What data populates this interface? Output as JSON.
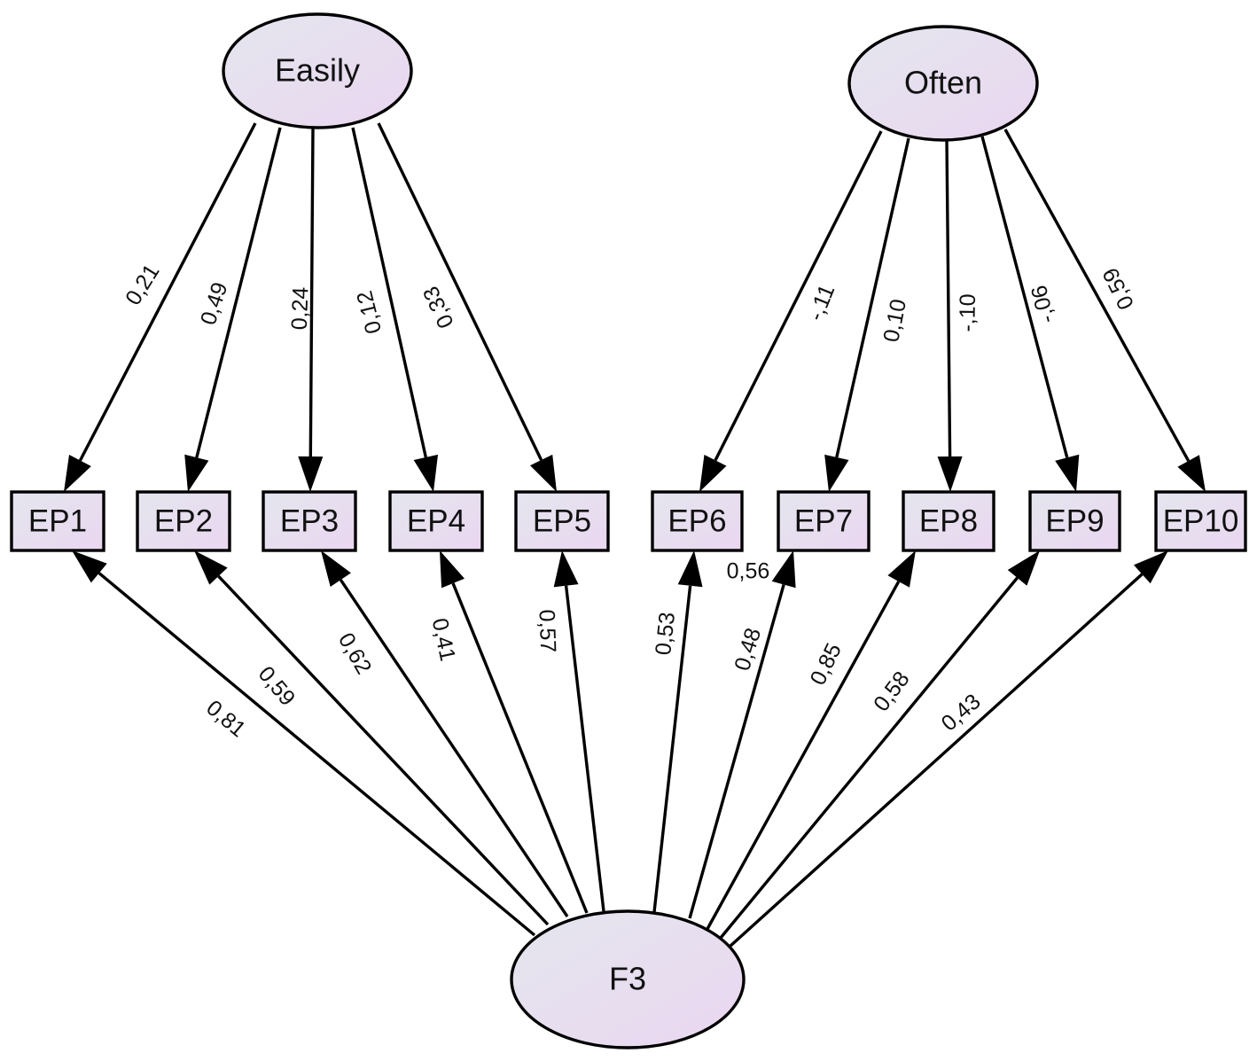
{
  "diagram": {
    "type": "sem-path-diagram",
    "latents": [
      {
        "id": "easily",
        "label": "Easily"
      },
      {
        "id": "often",
        "label": "Often"
      },
      {
        "id": "f3",
        "label": "F3"
      }
    ],
    "observed": [
      {
        "id": "ep1",
        "label": "EP1"
      },
      {
        "id": "ep2",
        "label": "EP2"
      },
      {
        "id": "ep3",
        "label": "EP3"
      },
      {
        "id": "ep4",
        "label": "EP4"
      },
      {
        "id": "ep5",
        "label": "EP5"
      },
      {
        "id": "ep6",
        "label": "EP6"
      },
      {
        "id": "ep7",
        "label": "EP7"
      },
      {
        "id": "ep8",
        "label": "EP8"
      },
      {
        "id": "ep9",
        "label": "EP9"
      },
      {
        "id": "ep10",
        "label": "EP10"
      }
    ],
    "paths": [
      {
        "from": "easily",
        "to": "ep1",
        "value": "0,21"
      },
      {
        "from": "easily",
        "to": "ep2",
        "value": "0,49"
      },
      {
        "from": "easily",
        "to": "ep3",
        "value": "0,24"
      },
      {
        "from": "easily",
        "to": "ep4",
        "value": "0,12"
      },
      {
        "from": "easily",
        "to": "ep5",
        "value": "0,33"
      },
      {
        "from": "often",
        "to": "ep6",
        "value": "-,11"
      },
      {
        "from": "often",
        "to": "ep7",
        "value": "0,10"
      },
      {
        "from": "often",
        "to": "ep8",
        "value": "-,10"
      },
      {
        "from": "often",
        "to": "ep9",
        "value": "-,06"
      },
      {
        "from": "often",
        "to": "ep10",
        "value": "0,59"
      },
      {
        "from": "f3",
        "to": "ep1",
        "value": "0,81"
      },
      {
        "from": "f3",
        "to": "ep2",
        "value": "0,59"
      },
      {
        "from": "f3",
        "to": "ep3",
        "value": "0,62"
      },
      {
        "from": "f3",
        "to": "ep4",
        "value": "0,41"
      },
      {
        "from": "f3",
        "to": "ep5",
        "value": "0,57"
      },
      {
        "from": "f3",
        "to": "ep6",
        "value": "0,53"
      },
      {
        "from": "f3",
        "to": "ep7",
        "value": "0,48"
      },
      {
        "from": "f3",
        "to": "ep8",
        "value": "0,85"
      },
      {
        "from": "f3",
        "to": "ep9",
        "value": "0,58"
      },
      {
        "from": "f3",
        "to": "ep10",
        "value": "0,43"
      }
    ],
    "extra_labels": [
      {
        "id": "ep7-side",
        "value": "0,56"
      }
    ],
    "colors": {
      "stroke": "#000000",
      "fill_start": "#e4e6ee",
      "fill_end": "#ead6f0",
      "background": "#ffffff"
    }
  }
}
